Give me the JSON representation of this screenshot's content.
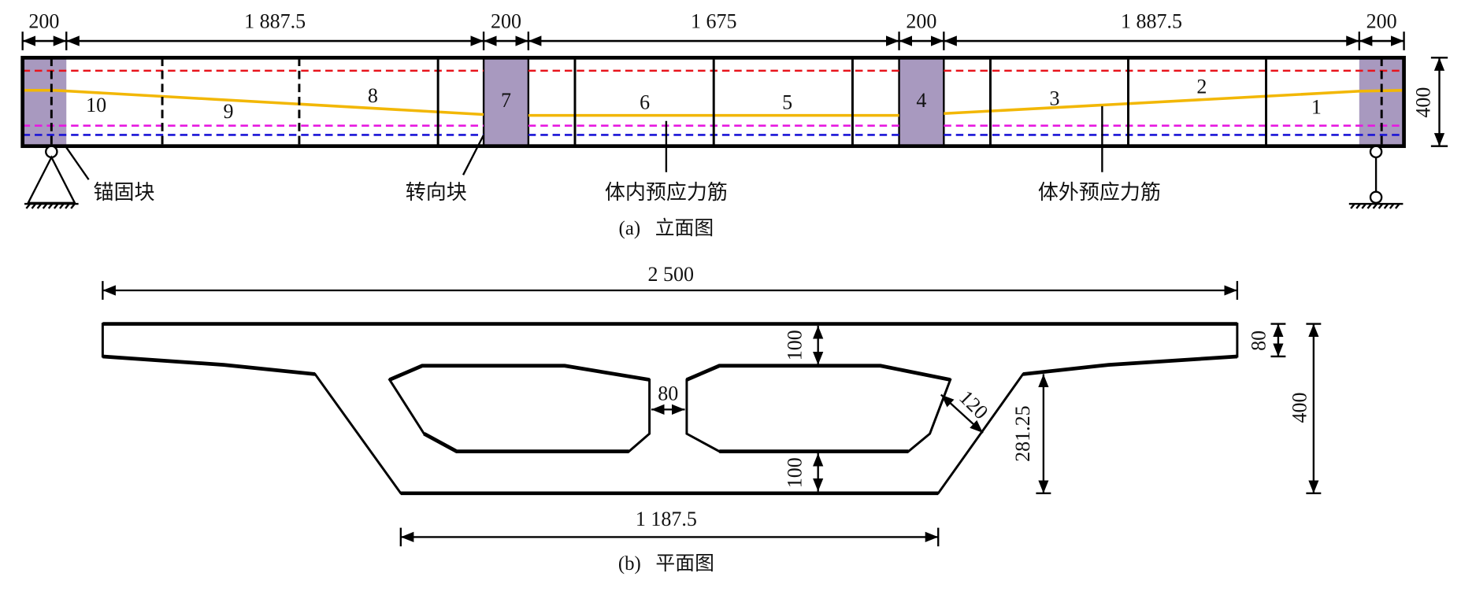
{
  "elevation": {
    "span_dims": [
      "200",
      "1 887.5",
      "200",
      "1 675",
      "200",
      "1 887.5",
      "200"
    ],
    "height_dim": "400",
    "segments": [
      "10",
      "9",
      "8",
      "7",
      "6",
      "5",
      "4",
      "3",
      "2",
      "1"
    ],
    "labels": {
      "anchor_block": "锚固块",
      "deviator_block": "转向块",
      "internal_tendon": "体内预应力筋",
      "external_tendon": "体外预应力筋"
    },
    "caption": "(a)   立面图",
    "colors": {
      "block_fill": "#a899bf",
      "top_tendon": "#e8141c",
      "external_tendon": "#f2b705",
      "magenta_tendon": "#e619e0",
      "bottom_tendon": "#1a14d6"
    }
  },
  "section": {
    "total_width": "2 500",
    "top_slab": "100",
    "bottom_slab": "100",
    "web_gap": "80",
    "web_thickness": "120",
    "flange_thickness": "80",
    "web_height": "281.25",
    "total_height": "400",
    "bottom_width": "1 187.5",
    "caption": "(b)   平面图"
  }
}
